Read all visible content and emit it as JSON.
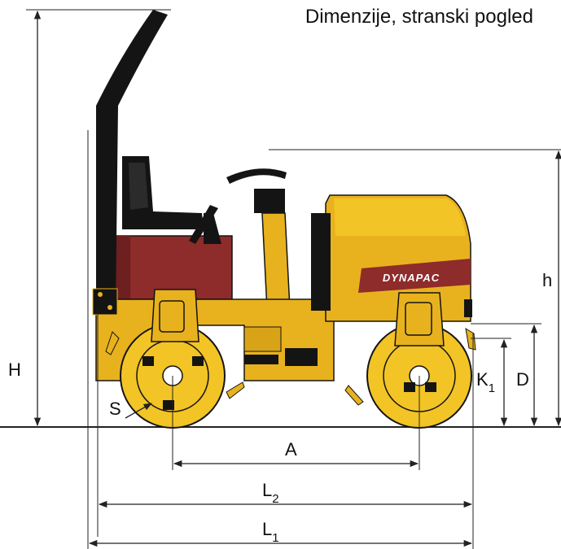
{
  "title": "Dimenzije, stranski pogled",
  "brand": "DYNAPAC",
  "labels": {
    "H": "H",
    "h": "h",
    "D": "D",
    "K": "K",
    "K_sub": "1",
    "S": "S",
    "A": "A",
    "L2": "L",
    "L2_sub": "2",
    "L1": "L",
    "L1_sub": "1"
  },
  "colors": {
    "body_yellow": "#E8B21E",
    "drum_yellow": "#F2C425",
    "maroon": "#8E2B2B",
    "black": "#141414",
    "line": "#222222"
  }
}
